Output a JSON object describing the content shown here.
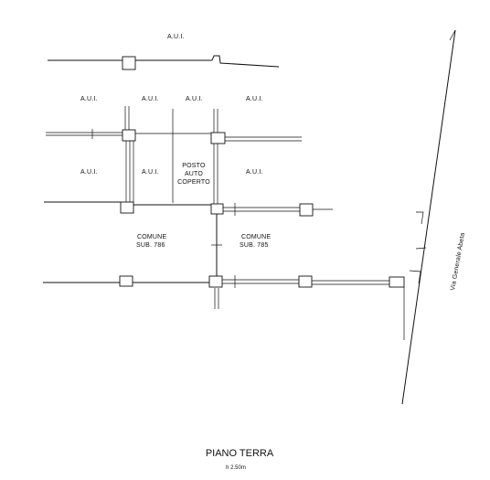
{
  "rooms": {
    "aui_top": "A.U.I.",
    "aui_r1_a": "A.U.I.",
    "aui_r1_b": "A.U.I.",
    "aui_r1_c": "A.U.I.",
    "aui_r1_d": "A.U.I.",
    "aui_r2_a": "A.U.I.",
    "aui_r2_b": "A.U.I.",
    "aui_r2_d": "A.U.I.",
    "posto_line1": "POSTO",
    "posto_line2": "AUTO",
    "posto_line3": "COPERTO",
    "comune_left_line1": "COMUNE",
    "comune_left_line2": "SUB. 786",
    "comune_right_line1": "COMUNE",
    "comune_right_line2": "SUB. 785"
  },
  "street": "Via Generale Abeta",
  "floor": {
    "title": "PIANO TERRA",
    "height": "h 2.50m"
  }
}
